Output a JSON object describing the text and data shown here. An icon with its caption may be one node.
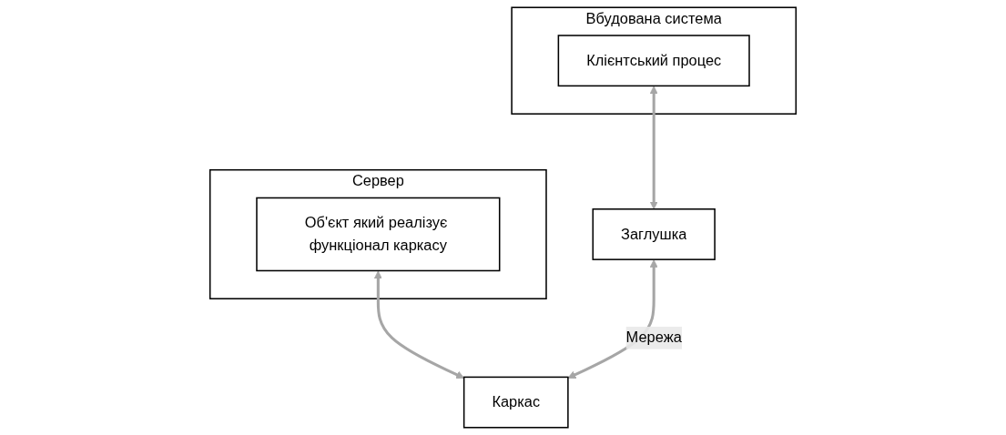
{
  "diagram": {
    "nodes": [
      {
        "text": [
          "Вбудована система"
        ]
      },
      {
        "text": [
          "Клієнтський процес"
        ],
        "in": 0
      },
      {
        "text": [
          "Заглушка"
        ]
      },
      {
        "text": [
          "Сервер"
        ]
      },
      {
        "text": [
          "Об'єкт який реалізує функціонал каркасу"
        ],
        "in": 3
      },
      {
        "text": [
          "Каркас"
        ]
      }
    ],
    "edges": [
      {
        "from": 1,
        "to": 2,
        "arrow": "both"
      },
      {
        "from": 4,
        "to": 5,
        "arrow": "both"
      },
      {
        "from": 2,
        "to": 5,
        "arrow": "both",
        "label": "Мережа"
      }
    ]
  }
}
